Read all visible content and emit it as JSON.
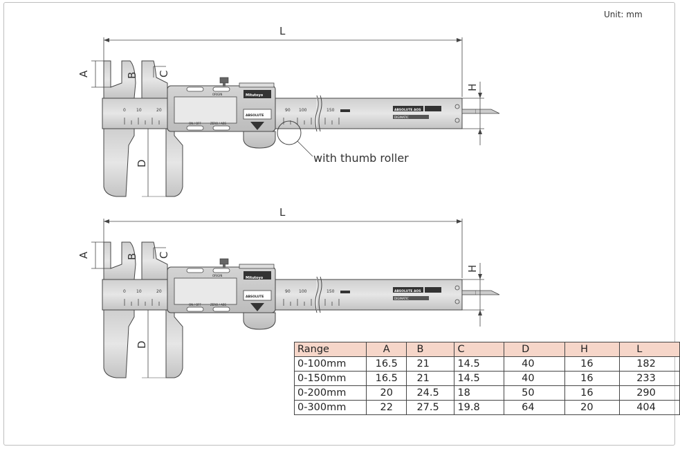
{
  "unit_label": "Unit: mm",
  "callout_label": "with thumb roller",
  "dimension_letters": {
    "L": "L",
    "A": "A",
    "B": "B",
    "C": "C",
    "D": "D",
    "H": "H"
  },
  "scale_numbers": {
    "top": [
      "0",
      "10",
      "20",
      "90",
      "100",
      "150"
    ],
    "bottom": [
      "0",
      "10",
      "20",
      "90",
      "100",
      "150"
    ]
  },
  "brand_text": {
    "maker": "Mitutoyo",
    "mode": "ABSOLUTE",
    "on_off": "ON / OFF",
    "zero_abs": "ZERO / ABS",
    "origin": "ORIGIN",
    "digimatic": "DIGIMATIC",
    "absolute_aos": "ABSOLUTE AOS"
  },
  "table": {
    "headers": [
      "Range",
      "A",
      "B",
      "C",
      "D",
      "H",
      "L"
    ],
    "rows": [
      [
        "0-100mm",
        "16.5",
        "21",
        "14.5",
        "40",
        "16",
        "182"
      ],
      [
        "0-150mm",
        "16.5",
        "21",
        "14.5",
        "40",
        "16",
        "233"
      ],
      [
        "0-200mm",
        "20",
        "24.5",
        "18",
        "50",
        "16",
        "290"
      ],
      [
        "0-300mm",
        "22",
        "27.5",
        "19.8",
        "64",
        "20",
        "404"
      ]
    ]
  },
  "colors": {
    "header_bg": "#f6d6c9",
    "line": "#444444",
    "body_fill": "#d9d9d9"
  }
}
